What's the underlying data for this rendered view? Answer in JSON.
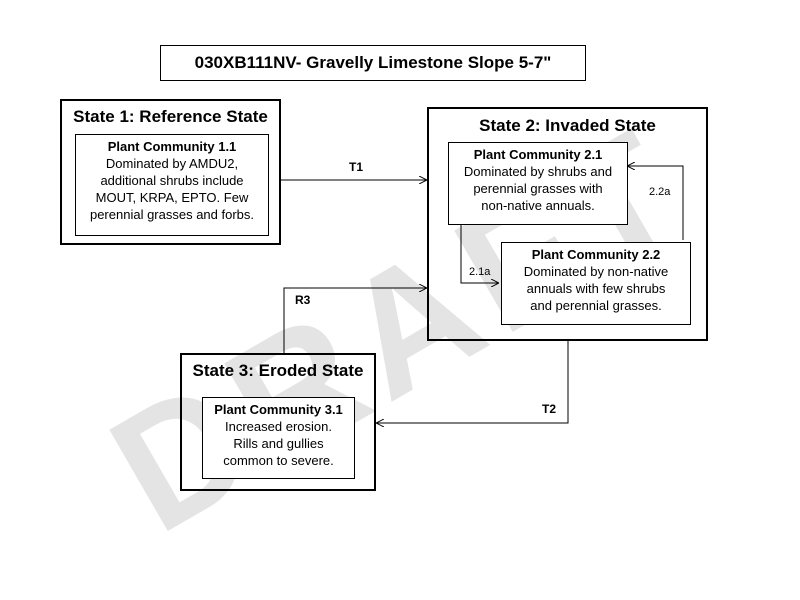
{
  "title": "030XB111NV- Gravelly Limestone Slope 5-7\"",
  "watermark": "DRAFT",
  "states": {
    "s1": {
      "title": "State 1: Reference State",
      "pc": {
        "title": "Plant Community 1.1",
        "lines": [
          "Dominated by AMDU2,",
          "additional shrubs include",
          "MOUT, KRPA, EPTO.  Few",
          "perennial grasses and forbs."
        ]
      }
    },
    "s2": {
      "title": "State 2: Invaded State",
      "pc1": {
        "title": "Plant Community 2.1",
        "lines": [
          "Dominated by shrubs and",
          "perennial grasses with",
          "non-native annuals."
        ]
      },
      "pc2": {
        "title": "Plant Community 2.2",
        "lines": [
          "Dominated  by non-native",
          "annuals with few shrubs",
          "and perennial grasses."
        ]
      }
    },
    "s3": {
      "title": "State 3: Eroded State",
      "pc": {
        "title": "Plant Community 3.1",
        "lines": [
          "Increased erosion.",
          "Rills and gullies",
          "common to severe."
        ]
      }
    }
  },
  "transitions": {
    "t1": "T1",
    "t2": "T2",
    "r3": "R3",
    "p21a": "2.1a",
    "p22a": "2.2a"
  }
}
